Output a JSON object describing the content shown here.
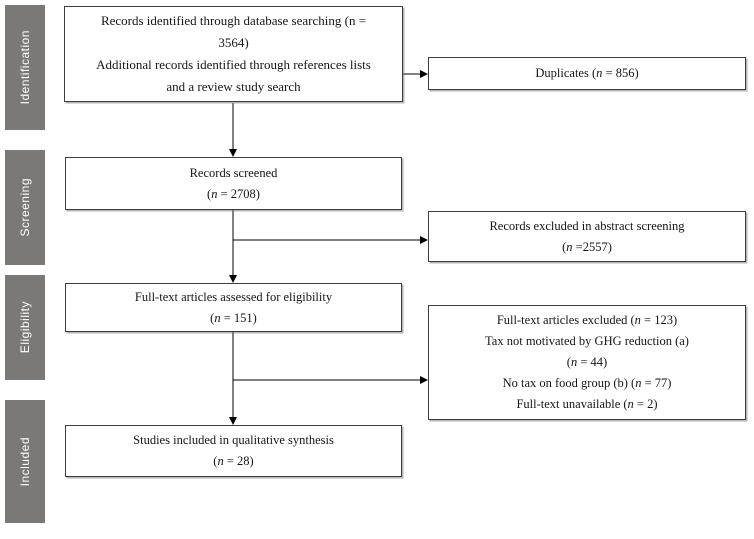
{
  "sidebar": {
    "stages": [
      {
        "label": "Identification"
      },
      {
        "label": "Screening"
      },
      {
        "label": "Eligibility"
      },
      {
        "label": "Included"
      }
    ]
  },
  "flow": {
    "identified": {
      "lines": [
        {
          "pre": "Records identified through database searching (n =",
          "it": "",
          "post": ""
        },
        {
          "pre": "3564)",
          "it": "",
          "post": ""
        },
        {
          "pre": "Additional records identified through references lists",
          "it": "",
          "post": ""
        },
        {
          "pre": "and a review study search",
          "it": "",
          "post": ""
        }
      ]
    },
    "duplicates": {
      "lines": [
        {
          "pre": "Duplicates (",
          "it": "n",
          "post": " = 856)"
        }
      ]
    },
    "screened": {
      "lines": [
        {
          "pre": "Records screened",
          "it": "",
          "post": ""
        },
        {
          "pre": "(",
          "it": "n",
          "post": " = 2708)"
        }
      ]
    },
    "excluded_abstract": {
      "lines": [
        {
          "pre": "Records excluded in abstract screening",
          "it": "",
          "post": ""
        },
        {
          "pre": "(",
          "it": "n",
          "post": " =2557)"
        }
      ]
    },
    "fulltext": {
      "lines": [
        {
          "pre": "Full-text articles assessed for eligibility",
          "it": "",
          "post": ""
        },
        {
          "pre": "(",
          "it": "n",
          "post": " = 151)"
        }
      ]
    },
    "excluded_fulltext": {
      "lines": [
        {
          "pre": "Full-text articles excluded (",
          "it": "n",
          "post": " = 123)"
        },
        {
          "pre": "Tax not motivated by GHG reduction (a)",
          "it": "",
          "post": ""
        },
        {
          "pre": "(",
          "it": "n",
          "post": " = 44)"
        },
        {
          "pre": "No tax on food group (b) (",
          "it": "n",
          "post": " = 77)"
        },
        {
          "pre": "Full-text unavailable (",
          "it": "n",
          "post": " = 2)"
        }
      ]
    },
    "included": {
      "lines": [
        {
          "pre": "Studies included in qualitative synthesis",
          "it": "",
          "post": ""
        },
        {
          "pre": "(",
          "it": "n",
          "post": " = 28)"
        }
      ]
    }
  },
  "colors": {
    "stage_fill": "#7b7977",
    "stage_text": "#ffffff",
    "box_border": "#3d3d3d",
    "arrow": "#000000"
  }
}
